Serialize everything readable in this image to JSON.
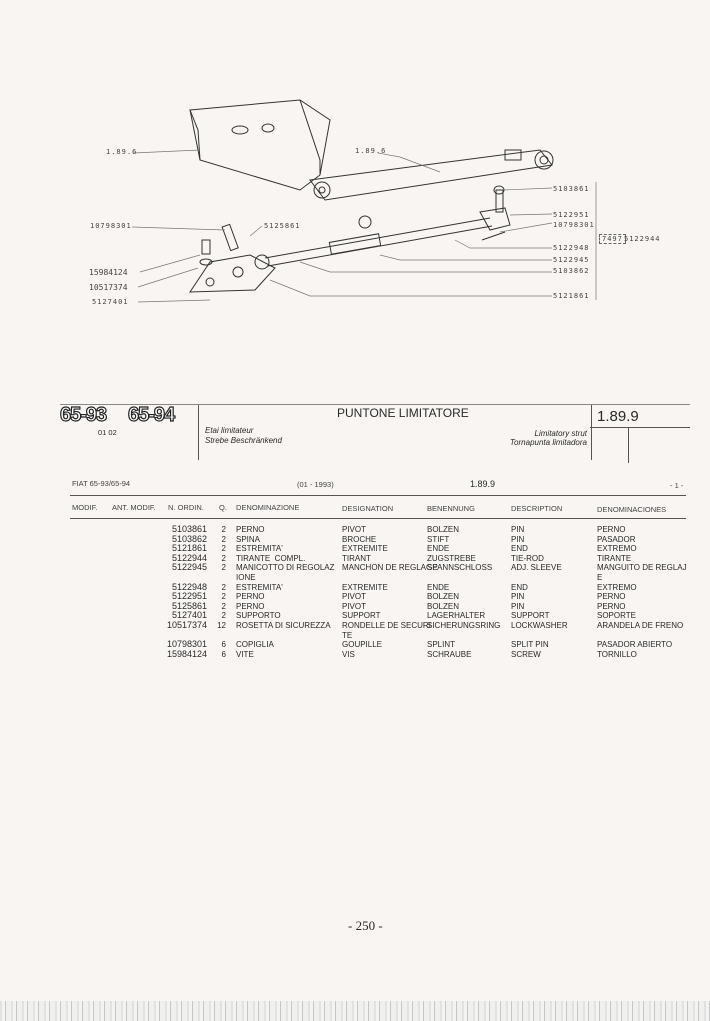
{
  "diagram": {
    "labels_left": [
      "1.89.6",
      "10798301",
      "15984124",
      "10517374",
      "5127401"
    ],
    "label_top": "1.89.6",
    "label_center": "5125861",
    "labels_right": [
      "5103861",
      "5122951",
      "10798301",
      "5122948",
      "5122945",
      "5103862",
      "5121861"
    ],
    "group_code": "7497",
    "group_part": "5122944"
  },
  "header": {
    "models": [
      "65-93",
      "65-94"
    ],
    "edition": "01 02",
    "title": "PUNTONE LIMITATORE",
    "fr": "Etai limitateur",
    "de": "Strebe Beschränkend",
    "en": "Limitatory strut",
    "es": "Tornapunta limitadora",
    "section": "1.89.9"
  },
  "subheader": {
    "model": "FIAT 65-93/65-94",
    "date": "(01 - 1993)",
    "section": "1.89.9",
    "page_mark": "- 1 -"
  },
  "columns": [
    "MODIF.",
    "ANT. MODIF.",
    "N. ORDIN.",
    "Q.",
    "DENOMINAZIONE",
    "DESIGNATION",
    "BENENNUNG",
    "DESCRIPTION",
    "DENOMINACIONES"
  ],
  "parts": [
    {
      "no": "5103861",
      "q": "2",
      "it": "PERNO",
      "fr": "PIVOT",
      "de": "BOLZEN",
      "en": "PIN",
      "es": "PERNO"
    },
    {
      "no": "5103862",
      "q": "2",
      "it": "SPINA",
      "fr": "BROCHE",
      "de": "STIFT",
      "en": "PIN",
      "es": "PASADOR"
    },
    {
      "no": "5121861",
      "q": "2",
      "it": "ESTREMITA'",
      "fr": "EXTREMITE",
      "de": "ENDE",
      "en": "END",
      "es": "EXTREMO"
    },
    {
      "no": "5122944",
      "q": "2",
      "it": "TIRANTE  COMPL.",
      "fr": "TIRANT",
      "de": "ZUGSTREBE",
      "en": "TIE-ROD",
      "es": "TIRANTE"
    },
    {
      "no": "5122945",
      "q": "2",
      "it": "MANICOTTO DI REGOLAZ\nIONE",
      "fr": "MANCHON DE REGLAGE",
      "de": "SPANNSCHLOSS",
      "en": "ADJ. SLEEVE",
      "es": "MANGUITO DE REGLAJ\nE"
    },
    {
      "no": "5122948",
      "q": "2",
      "it": "ESTREMITA'",
      "fr": "EXTREMITE",
      "de": "ENDE",
      "en": "END",
      "es": "EXTREMO"
    },
    {
      "no": "5122951",
      "q": "2",
      "it": "PERNO",
      "fr": "PIVOT",
      "de": "BOLZEN",
      "en": "PIN",
      "es": "PERNO"
    },
    {
      "no": "5125861",
      "q": "2",
      "it": "PERNO",
      "fr": "PIVOT",
      "de": "BOLZEN",
      "en": "PIN",
      "es": "PERNO"
    },
    {
      "no": "5127401",
      "q": "2",
      "it": "SUPPORTO",
      "fr": "SUPPORT",
      "de": "LAGERHALTER",
      "en": "SUPPORT",
      "es": "SOPORTE"
    },
    {
      "no": "10517374",
      "q": "12",
      "it": "ROSETTA DI SICUREZZA",
      "fr": "RONDELLE DE SECURI\nTE",
      "de": "SICHERUNGSRING",
      "en": "LOCKWASHER",
      "es": "ARANDELA DE FRENO"
    },
    {
      "no": "10798301",
      "q": "6",
      "it": "COPIGLIA",
      "fr": "GOUPILLE",
      "de": "SPLINT",
      "en": "SPLIT PIN",
      "es": "PASADOR ABIERTO"
    },
    {
      "no": "15984124",
      "q": "6",
      "it": "VITE",
      "fr": "VIS",
      "de": "SCHRAUBE",
      "en": "SCREW",
      "es": "TORNILLO"
    }
  ],
  "footer": {
    "page_number": "- 250 -"
  }
}
